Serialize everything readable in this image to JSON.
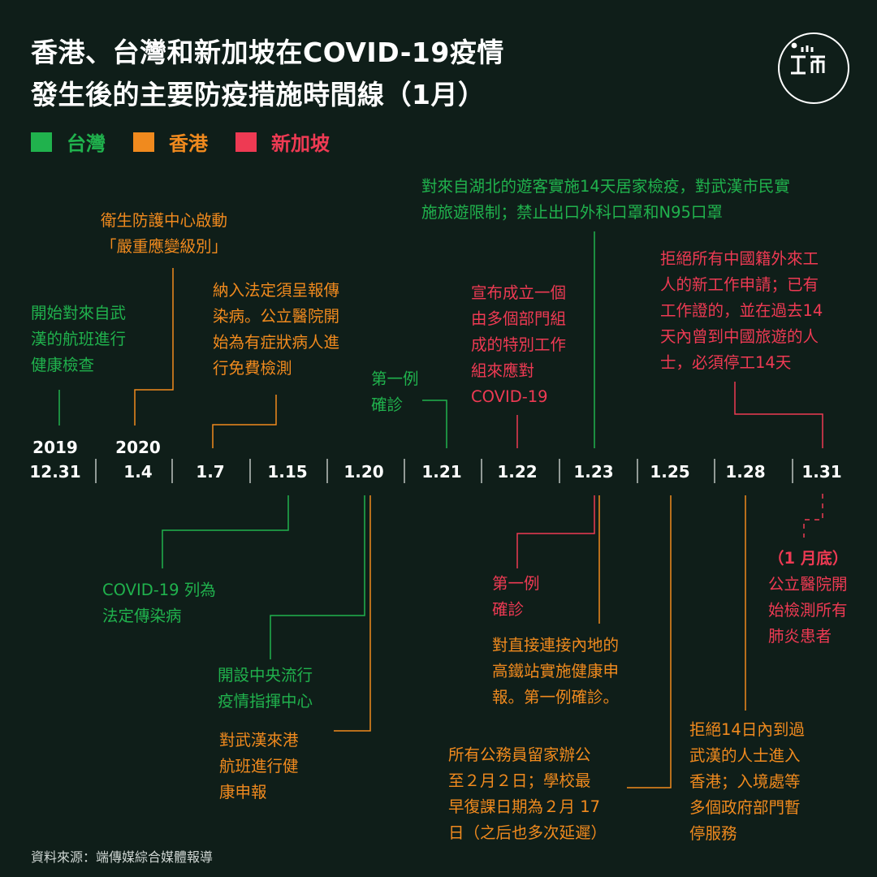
{
  "title": {
    "line1": "香港、台灣和新加坡在COVID-19疫情",
    "line2": "發生後的主要防疫措施時間線（1月）"
  },
  "legend": [
    {
      "label": "台灣",
      "color": "#20b24d"
    },
    {
      "label": "香港",
      "color": "#f08a1e"
    },
    {
      "label": "新加坡",
      "color": "#ee3a53"
    }
  ],
  "timeline": {
    "ticks": [
      {
        "line1": "2019",
        "line2": "12.31"
      },
      {
        "line1": "2020",
        "line2": "1.4"
      },
      {
        "line1": "",
        "line2": "1.7"
      },
      {
        "line1": "",
        "line2": "1.15"
      },
      {
        "line1": "",
        "line2": "1.20"
      },
      {
        "line1": "",
        "line2": "1.21"
      },
      {
        "line1": "",
        "line2": "1.22"
      },
      {
        "line1": "",
        "line2": "1.23"
      },
      {
        "line1": "",
        "line2": "1.25"
      },
      {
        "line1": "",
        "line2": "1.28"
      },
      {
        "line1": "",
        "line2": "1.31"
      }
    ]
  },
  "events": {
    "tw_1231": [
      "開始對來自武",
      "漢的航班進行",
      "健康檢查"
    ],
    "hk_0104": [
      "衛生防護中心啟動",
      "「嚴重應變級別」"
    ],
    "hk_0107": [
      "納入法定須呈報傳",
      "染病。公立醫院開",
      "始為有症狀病人進",
      "行免費檢測"
    ],
    "tw_0121": [
      "第一例",
      "確診"
    ],
    "sg_0122": [
      "宣布成立一個",
      "由多個部門組",
      "成的特別工作",
      "組來應對",
      "COVID-19"
    ],
    "tw_0123": [
      "對來自湖北的遊客實施14天居家檢疫，對武漢市民實",
      "施旅遊限制；禁止出口外科口罩和N95口罩"
    ],
    "sg_0131": [
      "拒絕所有中國籍外來工",
      "人的新工作申請；已有",
      "工作證的，並在過去14",
      "天內曾到中國旅遊的人",
      "士，必須停工14天"
    ],
    "hk_0115": [
      "COVID-19 列為",
      "法定傳染病"
    ],
    "tw_0120": [
      "開設中央流行",
      "疫情指揮中心"
    ],
    "hk_0120": [
      "對武漢來港",
      "航班進行健",
      "康申報"
    ],
    "sg_0123": [
      "第一例",
      "確診"
    ],
    "hk_0123": [
      "對直接連接內地的",
      "高鐵站實施健康申",
      "報。第一例確診。"
    ],
    "hk_0125": [
      "所有公務員留家辦公",
      "至２月２日；學校最",
      "早復課日期為２月 17",
      "日（之后也多次延遲）"
    ],
    "hk_0128": [
      "拒絕14日內到過",
      "武漢的人士進入",
      "香港；入境處等",
      "多個政府部門暫",
      "停服務"
    ],
    "sg_0131b_header": "（1 月底）",
    "sg_0131b": [
      "公立醫院開",
      "始檢測所有",
      "肺炎患者"
    ]
  },
  "source": "資料來源：端傳媒綜合媒體報導",
  "logo": {
    "icon": "initium-logo-icon"
  }
}
